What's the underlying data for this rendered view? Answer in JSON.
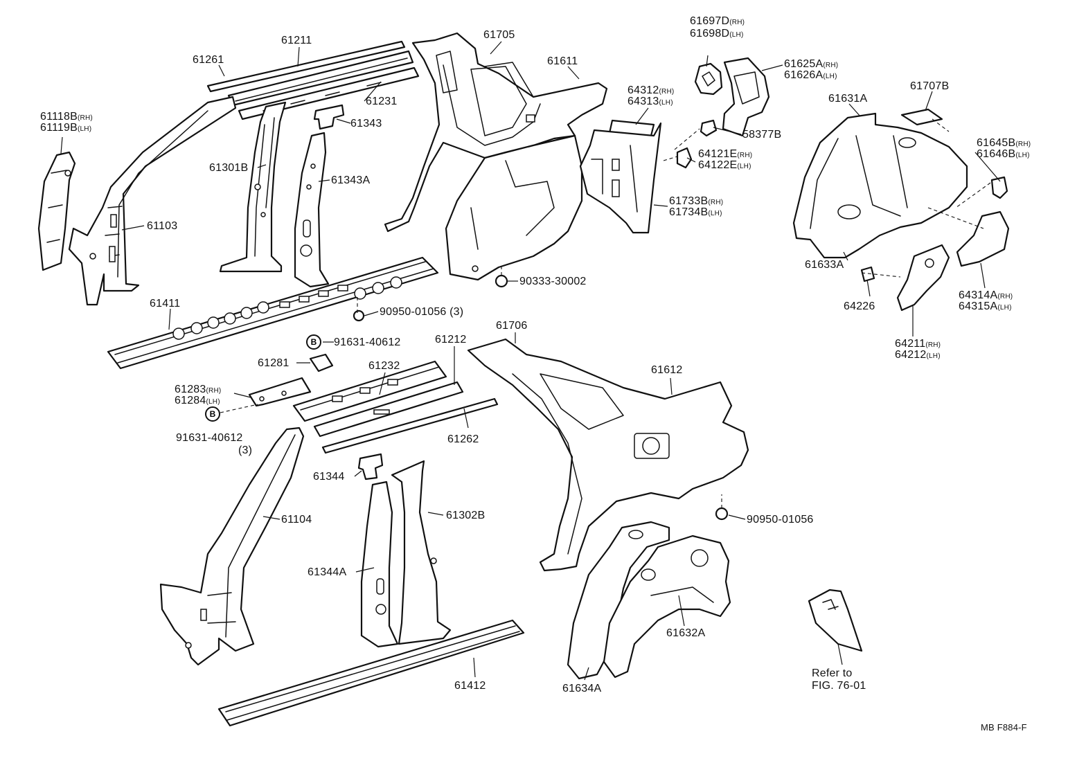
{
  "diagram": {
    "code": "MB F884-F",
    "note": {
      "line1": "Refer to",
      "line2": "FIG. 76-01"
    },
    "labels": {
      "p61261": "61261",
      "p61211": "61211",
      "p61705": "61705",
      "p61611": "61611",
      "p61697": "61697D",
      "p61698": "61698D",
      "p61625": "61625A",
      "p61626": "61626A",
      "p61707": "61707B",
      "p61631": "61631A",
      "p61645": "61645B",
      "p61646": "61646B",
      "p61118": "61118B",
      "p61119": "61119B",
      "p61231": "61231",
      "p61343": "61343",
      "p64312": "64312",
      "p64313": "64313",
      "p58377": "58377B",
      "p61301": "61301B",
      "p61343a": "61343A",
      "p64121": "64121E",
      "p64122": "64122E",
      "p61103": "61103",
      "p61733": "61733B",
      "p61734": "61734B",
      "p61633": "61633A",
      "p90333": "90333-30002",
      "p64314": "64314A",
      "p64315": "64315A",
      "p61411": "61411",
      "p90950a": "90950-01056 (3)",
      "p64226": "64226",
      "p64211": "64211",
      "p64212": "64212",
      "p91631a": "91631-40612",
      "p61212": "61212",
      "p61706": "61706",
      "p61281": "61281",
      "p61232": "61232",
      "p61612": "61612",
      "p61283": "61283",
      "p61284": "61284",
      "p91631b": "91631-40612",
      "p91631b_qty": "(3)",
      "p61262": "61262",
      "p61344": "61344",
      "p61302": "61302B",
      "p61104": "61104",
      "p90950b": "90950-01056",
      "p61344a": "61344A",
      "p61632": "61632A",
      "p61412": "61412",
      "p61634": "61634A"
    },
    "side": {
      "rh": "(RH)",
      "lh": "(LH)"
    },
    "bolt_marker": "B"
  }
}
